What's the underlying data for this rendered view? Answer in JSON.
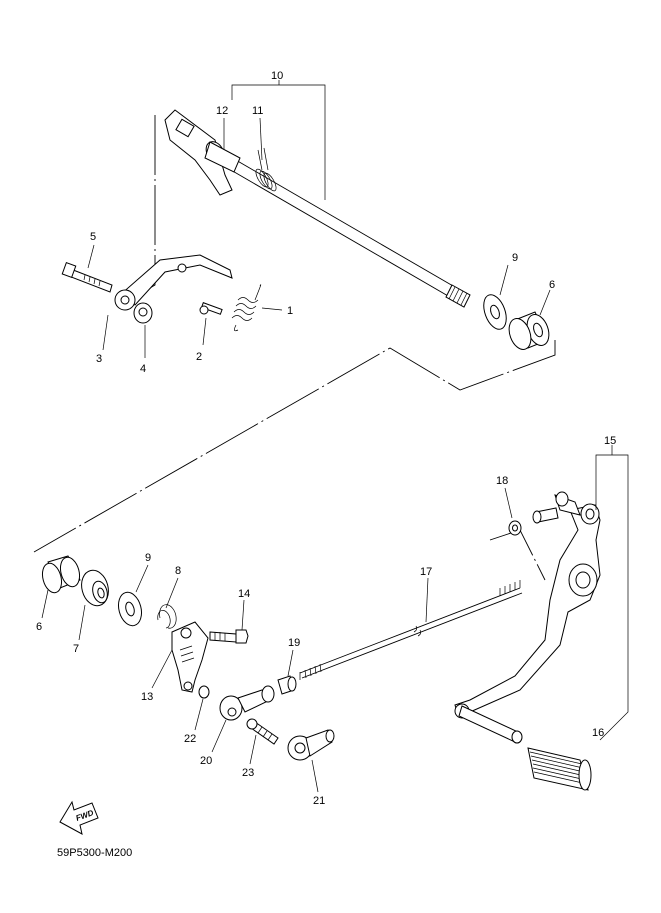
{
  "parts": [
    {
      "id": "10",
      "label": "10"
    },
    {
      "id": "12",
      "label": "12"
    },
    {
      "id": "11",
      "label": "11"
    },
    {
      "id": "5",
      "label": "5"
    },
    {
      "id": "9a",
      "label": "9"
    },
    {
      "id": "6a",
      "label": "6"
    },
    {
      "id": "1",
      "label": "1"
    },
    {
      "id": "2",
      "label": "2"
    },
    {
      "id": "3",
      "label": "3"
    },
    {
      "id": "4",
      "label": "4"
    },
    {
      "id": "15",
      "label": "15"
    },
    {
      "id": "18",
      "label": "18"
    },
    {
      "id": "9b",
      "label": "9"
    },
    {
      "id": "8",
      "label": "8"
    },
    {
      "id": "17",
      "label": "17"
    },
    {
      "id": "14",
      "label": "14"
    },
    {
      "id": "6b",
      "label": "6"
    },
    {
      "id": "7",
      "label": "7"
    },
    {
      "id": "19",
      "label": "19"
    },
    {
      "id": "13",
      "label": "13"
    },
    {
      "id": "22",
      "label": "22"
    },
    {
      "id": "20",
      "label": "20"
    },
    {
      "id": "23",
      "label": "23"
    },
    {
      "id": "16",
      "label": "16"
    },
    {
      "id": "21",
      "label": "21"
    }
  ],
  "fwd_label": "FWD",
  "diagram_code": "59P5300-M200"
}
